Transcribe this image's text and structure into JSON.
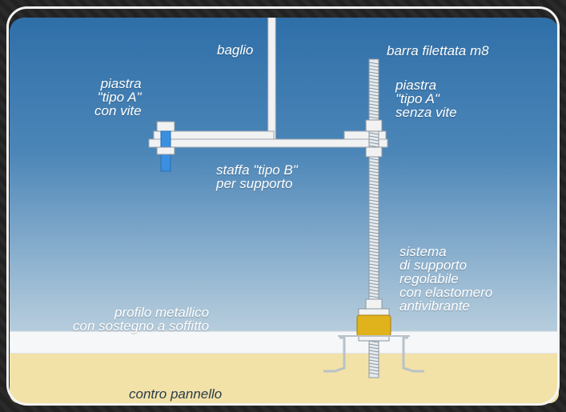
{
  "labels": {
    "baglio": "baglio",
    "barra": "barra filettata m8",
    "piastra_con_vite": "piastra\n\"tipo A\"\ncon vite",
    "piastra_senza_vite": "piastra\n\"tipo A\"\nsenza vite",
    "staffa": "staffa \"tipo B\"\nper supporto",
    "sistema": "sistema\ndi supporto\nregolabile\ncon elastomero\nantivibrante",
    "profilo": "profilo metallico\ncon sostegno a soffitto",
    "contro_pannello": "contro pannello"
  },
  "colors": {
    "sky_top": "#2f6fa8",
    "sky_bottom": "#d9e4ea",
    "metal": "#f2f2f2",
    "bolt_blue": "#3a8fe0",
    "elastomer": "#e0b21c",
    "panel": "#f2e2a8"
  }
}
